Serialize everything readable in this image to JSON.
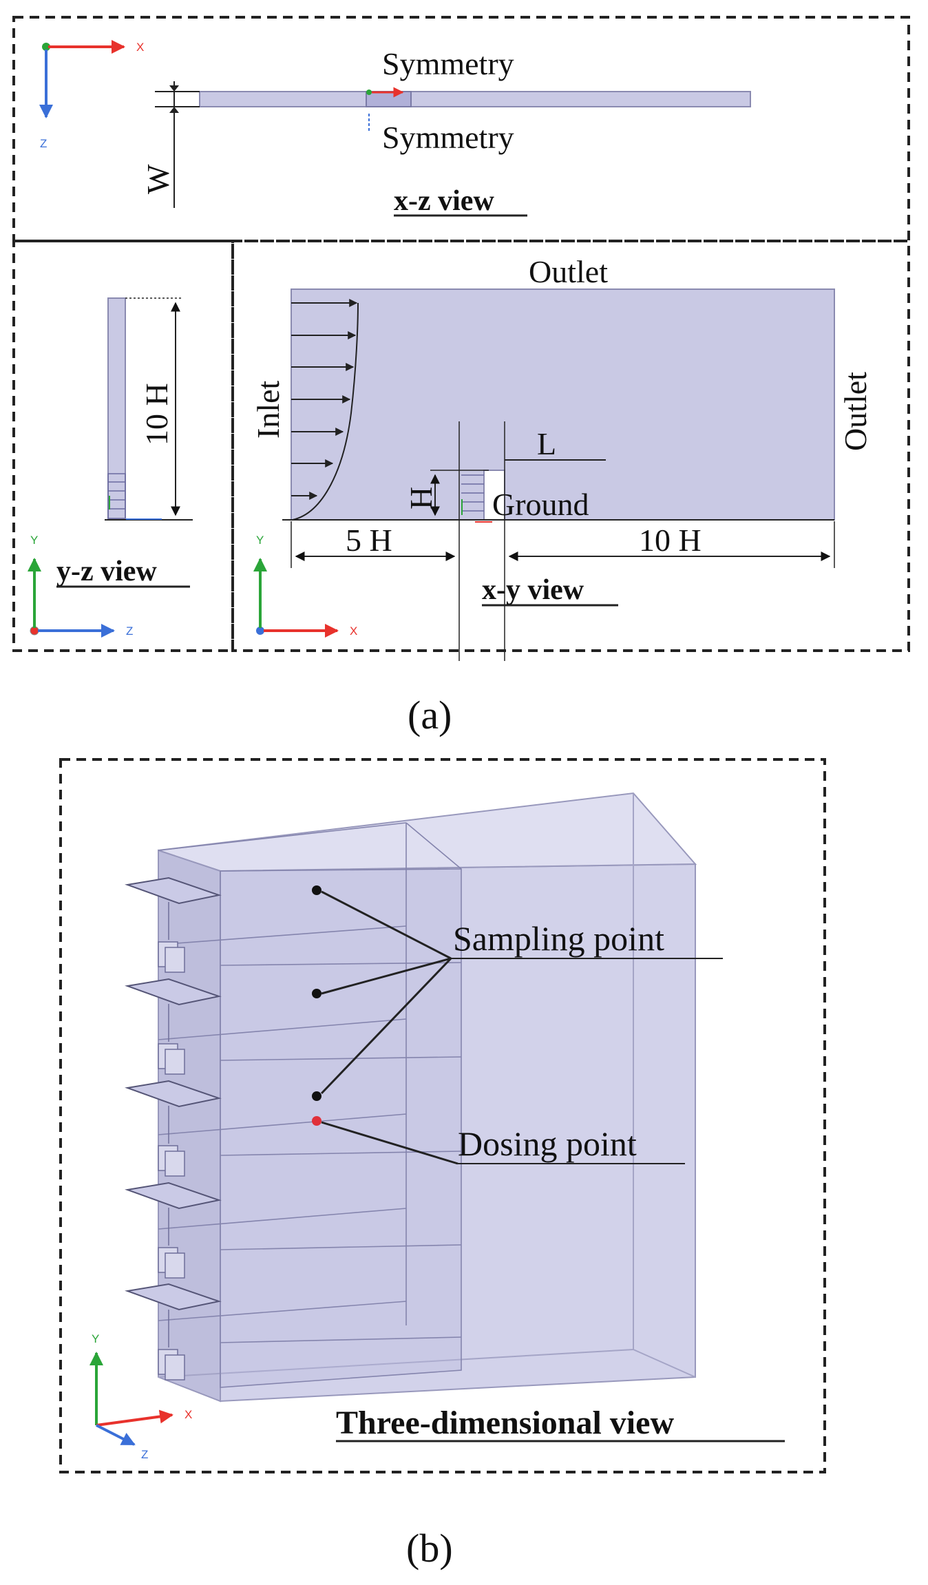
{
  "panel_a": {
    "xz_view": {
      "top_label": "Symmetry",
      "bottom_label": "Symmetry",
      "width_label": "W",
      "caption": "x-z view",
      "triad": {
        "h": "X",
        "v": "Z"
      }
    },
    "yz_view": {
      "height_label": "10 H",
      "caption": "y-z view",
      "triad": {
        "h": "Z",
        "v": "Y"
      }
    },
    "xy_view": {
      "top_label": "Outlet",
      "right_label": "Outlet",
      "left_label": "Inlet",
      "ground_label": "Ground",
      "building_height": "H",
      "building_length": "L",
      "upstream_distance": "5 H",
      "downstream_distance": "10 H",
      "caption": "x-y view",
      "triad": {
        "h": "X",
        "v": "Y"
      }
    },
    "label": "(a)"
  },
  "panel_b": {
    "sampling_label": "Sampling point",
    "dosing_label": "Dosing point",
    "caption": "Three-dimensional view",
    "triad": {
      "x": "X",
      "y": "Y",
      "z": "Z"
    },
    "label": "(b)"
  },
  "colors": {
    "domain_fill": "#c9c9e4",
    "domain_edge": "#8a8ab0",
    "axis_red": "#e8322c",
    "axis_green": "#2aa538",
    "axis_blue": "#3a6fd8",
    "dosing_point": "#e0303a"
  }
}
